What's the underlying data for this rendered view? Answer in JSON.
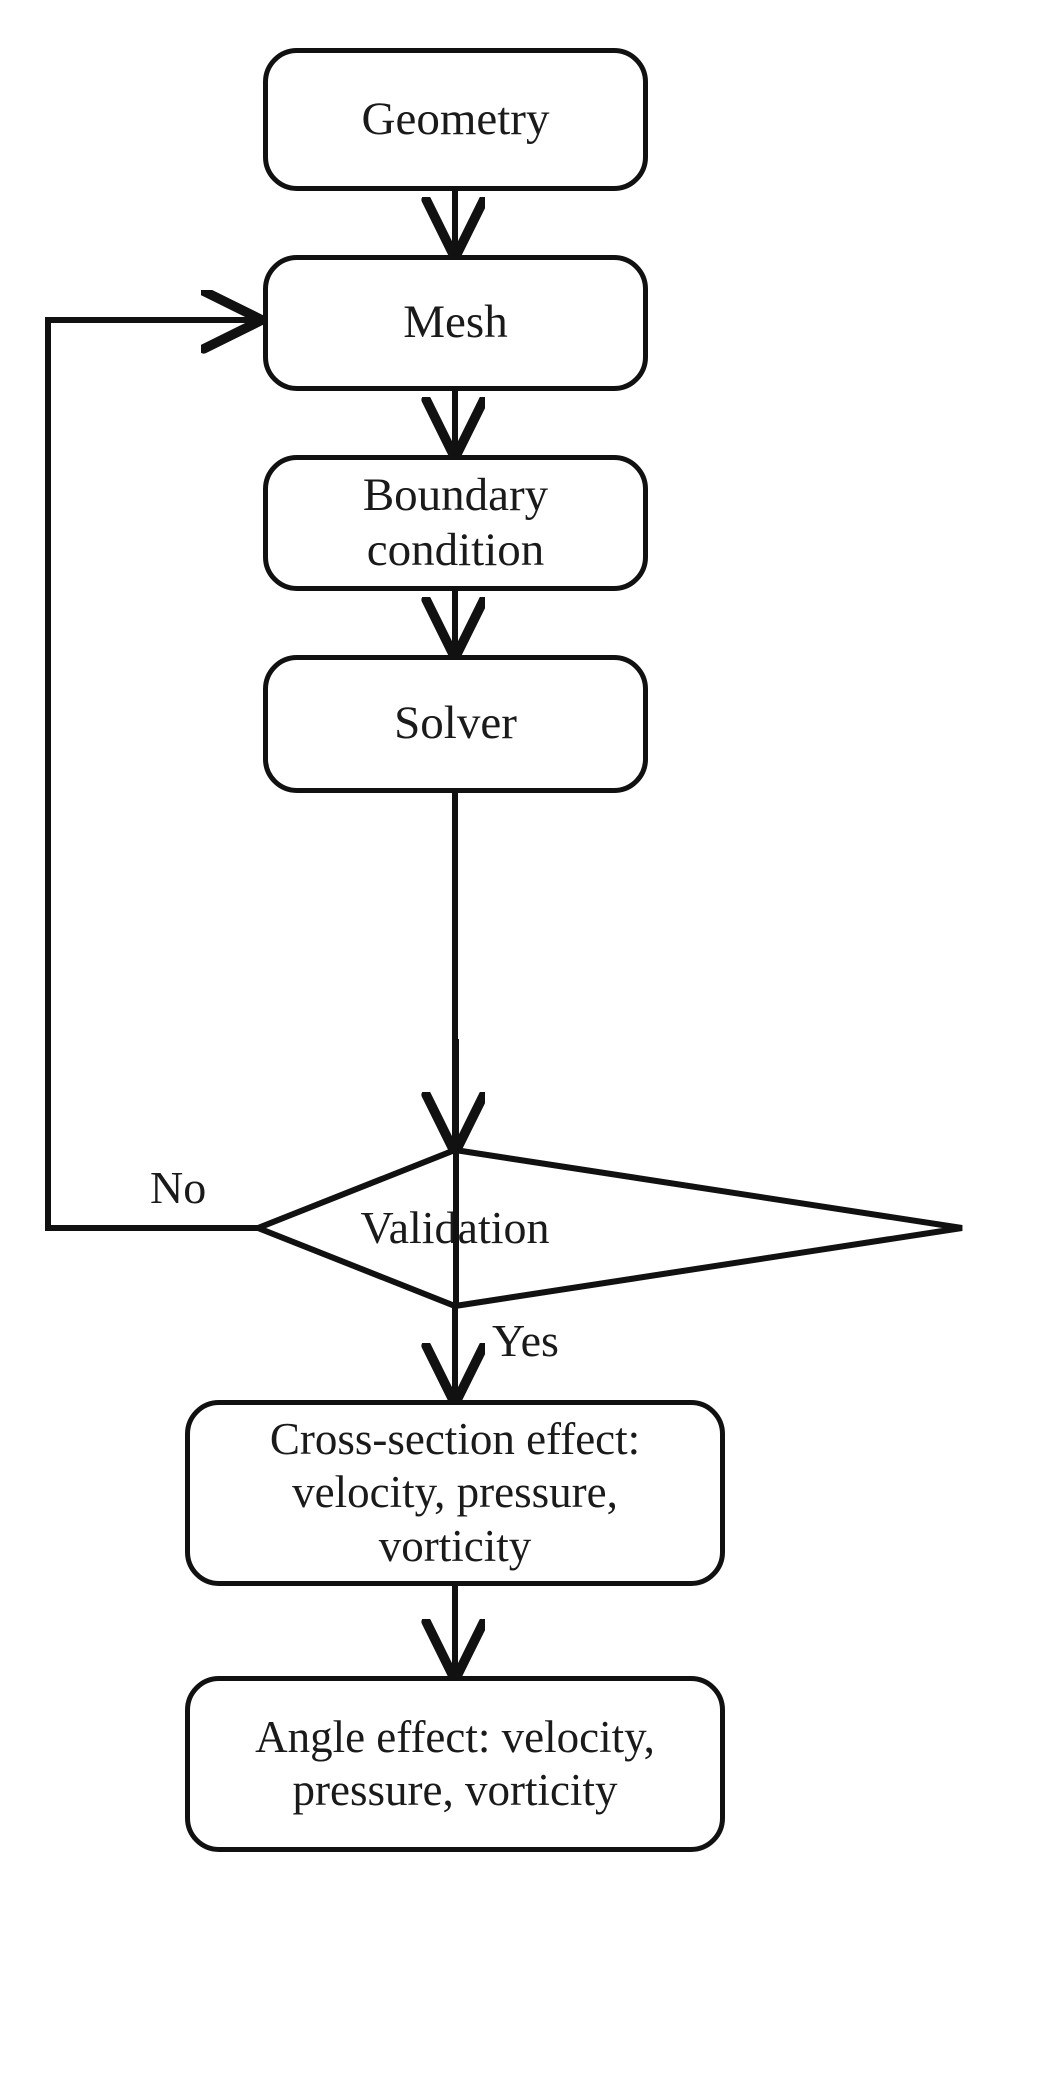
{
  "diagram": {
    "title": "CFD simulation workflow flowchart",
    "type": "flowchart",
    "colors": {
      "stroke": "#111111",
      "text": "#1a1a1a",
      "background": "#ffffff"
    },
    "nodes": [
      {
        "id": "geometry",
        "shape": "rounded-rect",
        "label": "Geometry"
      },
      {
        "id": "mesh",
        "shape": "rounded-rect",
        "label": "Mesh"
      },
      {
        "id": "boundary",
        "shape": "rounded-rect",
        "label": "Boundary\ncondition"
      },
      {
        "id": "solver",
        "shape": "rounded-rect",
        "label": "Solver"
      },
      {
        "id": "validation",
        "shape": "diamond",
        "label": "Validation"
      },
      {
        "id": "cross-section",
        "shape": "rounded-rect",
        "label": "Cross-section effect:\nvelocity, pressure,\nvorticity"
      },
      {
        "id": "angle-effect",
        "shape": "rounded-rect",
        "label": "Angle effect: velocity,\npressure, vorticity"
      }
    ],
    "edges": [
      {
        "from": "geometry",
        "to": "mesh",
        "label": ""
      },
      {
        "from": "mesh",
        "to": "boundary",
        "label": ""
      },
      {
        "from": "boundary",
        "to": "solver",
        "label": ""
      },
      {
        "from": "solver",
        "to": "validation",
        "label": ""
      },
      {
        "from": "validation",
        "to": "mesh",
        "label": "No"
      },
      {
        "from": "validation",
        "to": "cross-section",
        "label": "Yes"
      },
      {
        "from": "cross-section",
        "to": "angle-effect",
        "label": ""
      }
    ],
    "edge_labels": {
      "no": "No",
      "yes": "Yes"
    }
  }
}
